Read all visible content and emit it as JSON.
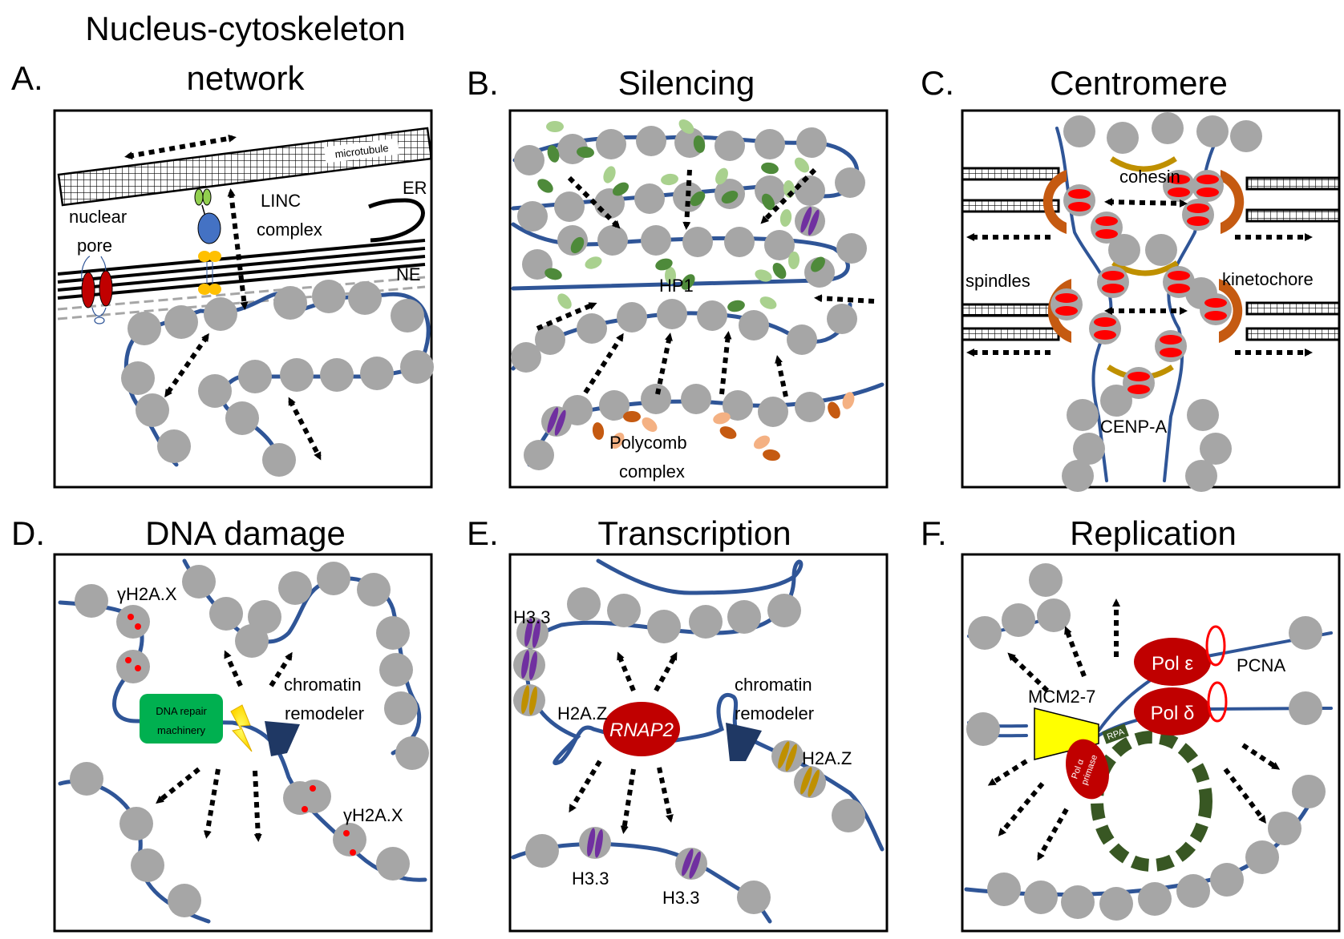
{
  "panels": {
    "a": {
      "letter": "A.",
      "title_line1": "Nucleus-cytoskeleton",
      "title_line2": "network",
      "labels": {
        "microtubule": "microtubule",
        "nuclear_pore": "nuclear\npore",
        "linc": "LINC\ncomplex",
        "er": "ER",
        "ne": "NE"
      }
    },
    "b": {
      "letter": "B.",
      "title": "Silencing",
      "labels": {
        "hp1": "HP1",
        "polycomb": "Polycomb\ncomplex"
      }
    },
    "c": {
      "letter": "C.",
      "title": "Centromere",
      "labels": {
        "cohesin": "cohesin",
        "spindles": "spindles",
        "kinetochore": "kinetochore",
        "cenpa": "CENP-A"
      }
    },
    "d": {
      "letter": "D.",
      "title": "DNA damage",
      "labels": {
        "gh2ax_1": "γH2A.X",
        "gh2ax_2": "γH2A.X",
        "repair": "DNA repair\nmachinery",
        "remodeler": "chromatin\nremodeler"
      }
    },
    "e": {
      "letter": "E.",
      "title": "Transcription",
      "labels": {
        "h33_1": "H3.3",
        "h2az_1": "H2A.Z",
        "rnap2": "RNAP2",
        "remodeler": "chromatin\nremodeler",
        "h2az_2": "H2A.Z",
        "h33_2": "H3.3",
        "h33_3": "H3.3"
      }
    },
    "f": {
      "letter": "F.",
      "title": "Replication",
      "labels": {
        "pol_e": "Pol ε",
        "pol_d": "Pol δ",
        "pcna": "PCNA",
        "mcm": "MCM2-7",
        "rpa": "RPA",
        "pol_a": "Pol α\nprimase"
      }
    }
  },
  "colors": {
    "dna": "#2f5597",
    "nucleosome": "#a6a6a6",
    "arrow": "#000000",
    "hp1_dark": "#4e8a3a",
    "hp1_light": "#a9d18e",
    "polycomb_dark": "#c55a11",
    "polycomb_light": "#f4b183",
    "purple": "#7030a0",
    "gold": "#bf9000",
    "cenpa": "#ff0000",
    "kinetochore": "#c55a11",
    "pore": "#c00000",
    "linc_blue": "#4472c4",
    "linc_yellow": "#ffc000",
    "linc_green": "#92d050",
    "repair_green": "#00b050",
    "remodeler": "#1f3864",
    "bolt": "#ffff00",
    "pol_red": "#c00000",
    "pcna": "#ff0000",
    "mcm": "#ffff00",
    "rpa": "#385723"
  }
}
